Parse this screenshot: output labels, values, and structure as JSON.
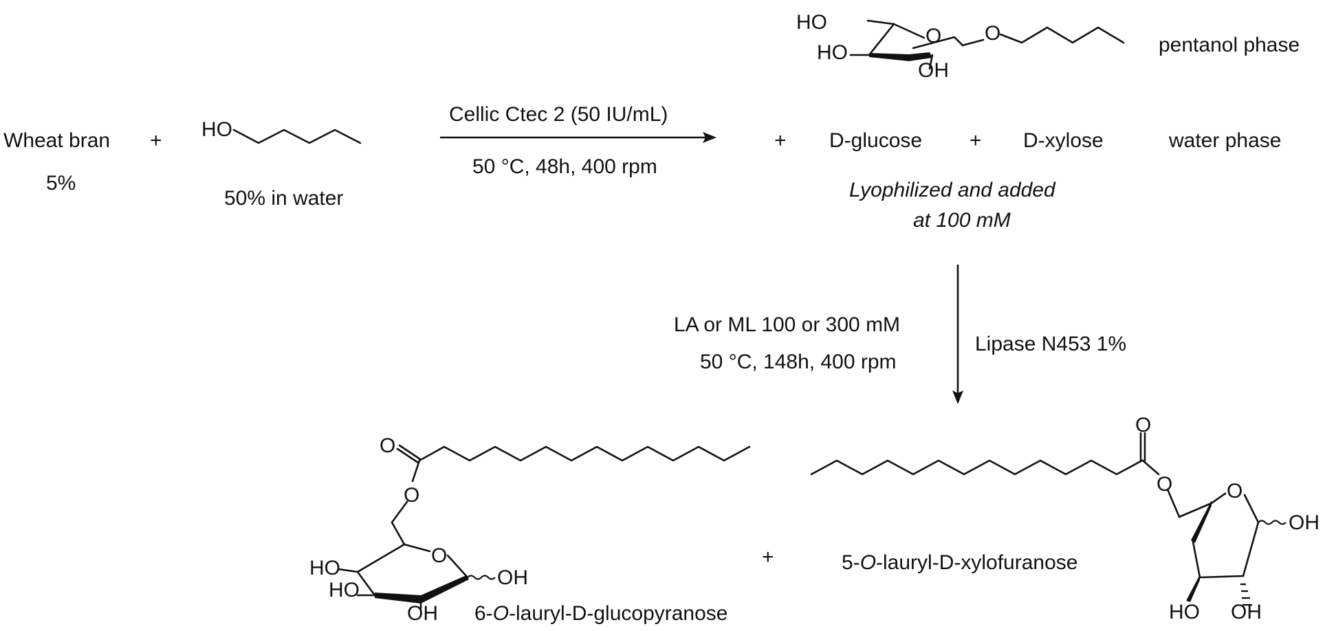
{
  "reactants": {
    "wheat_bran": "Wheat bran",
    "wheat_bran_amount": "5%",
    "plus1": "+",
    "pentanol_ho": "HO",
    "pentanol_amount": "50% in water"
  },
  "step1": {
    "reagent": "Cellic Ctec 2 (50 IU/mL)",
    "conditions": "50 °C, 48h, 400 rpm"
  },
  "intermediate": {
    "xyloside_atoms": {
      "ho1": "HO",
      "ho2": "HO",
      "oh": "OH",
      "ring_o": "O",
      "ether_o": "O"
    },
    "pentanol_phase": "pentanol phase",
    "plus_a": "+",
    "glucose": "D-glucose",
    "plus_b": "+",
    "xylose": "D-xylose",
    "water_phase": "water phase",
    "note_line1": "Lyophilized and added",
    "note_line2": "at 100 mM"
  },
  "step2": {
    "left_line1": "LA or ML 100 or 300 mM",
    "left_line2": "50 °C, 148h, 400 rpm",
    "right": "Lipase N453 1%"
  },
  "products": {
    "glucose_ester": {
      "name_prefix": "6-",
      "name_italic": "O",
      "name_suffix": "-lauryl-D-glucopyranose",
      "atoms": {
        "carbonyl_o": "O",
        "ester_o": "O",
        "ring_o": "O",
        "ho1": "HO",
        "ho2": "HO",
        "oh_bottom": "OH",
        "oh_anomeric": "OH"
      }
    },
    "plus": "+",
    "xylose_ester": {
      "name_prefix": "5-",
      "name_italic": "O",
      "name_suffix": "-lauryl-D-xylofuranose",
      "atoms": {
        "carbonyl_o": "O",
        "ester_o": "O",
        "ring_o": "O",
        "oh_anomeric": "OH",
        "ho_bottom": "HO",
        "oh_bottom": "OH"
      }
    }
  }
}
